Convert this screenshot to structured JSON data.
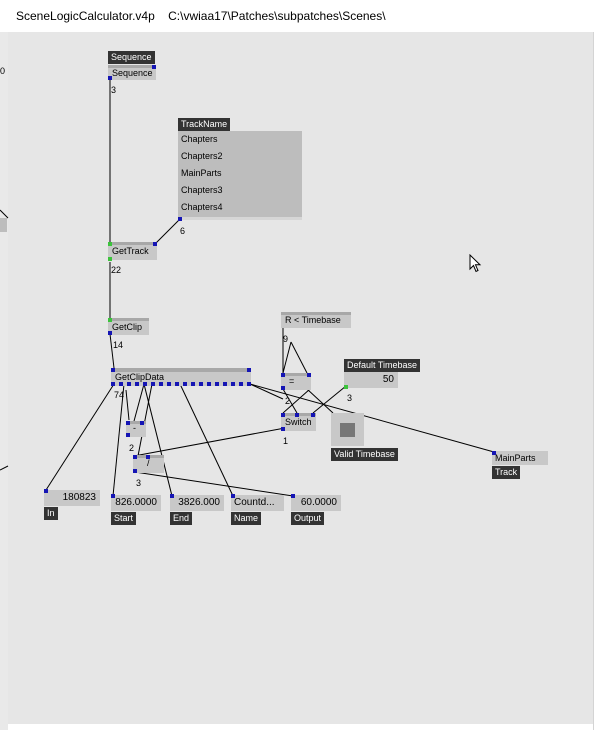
{
  "window": {
    "filename": "SceneLogicCalculator.v4p",
    "path": "C:\\vwiaa17\\Patches\\subpatches\\Scenes\\"
  },
  "left_edge_number": "0",
  "nodes": {
    "sequence_label": "Sequence",
    "sequence_node": "Sequence",
    "sequence_count": "3",
    "trackname_label": "TrackName",
    "trackname_items": [
      "Chapters",
      "Chapters2",
      "MainParts",
      "Chapters3",
      "Chapters4"
    ],
    "trackname_count": "6",
    "gettrack": "GetTrack",
    "gettrack_count": "22",
    "getclip": "GetClip",
    "getclip_count": "14",
    "getclipdata": "GetClipData",
    "getclipdata_count": "74",
    "minus": "-",
    "minus_count": "2",
    "divide": "/",
    "divide_count": "3",
    "r_timebase": "R < Timebase",
    "r_count": "9",
    "equals": "=",
    "equals_count": "2",
    "default_timebase_label": "Default Timebase",
    "default_timebase_value": "50",
    "default_timebase_count": "3",
    "switch": "Switch",
    "switch_count": "1",
    "valid_timebase_label": "Valid Timebase",
    "mainparts_value": "MainParts",
    "track_label": "Track",
    "in_value": "180823",
    "in_label": "In",
    "start_value": "826.0000",
    "start_label": "Start",
    "end_value": "3826.000",
    "end_label": "End",
    "name_value": "Countd...",
    "name_label": "Name",
    "output_value": "60.0000",
    "output_label": "Output"
  },
  "colors": {
    "canvas": "#e6e6e6",
    "pin": "#1515b4",
    "active_pin": "#3cc33c",
    "label_bg": "#333333",
    "node_bg": "#c8c8c8"
  }
}
